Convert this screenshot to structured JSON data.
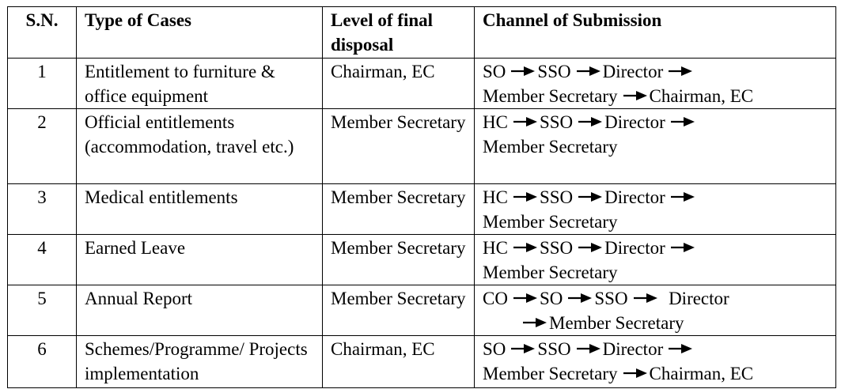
{
  "headers": {
    "sn": "S.N.",
    "type": "Type of Cases",
    "level": "Level of final disposal",
    "channel": "Channel of Submission"
  },
  "rows": [
    {
      "sn": "1",
      "type": "Entitlement to furniture & office equipment",
      "level": "Chairman, EC",
      "channel_line1": [
        "SO",
        "SSO",
        "Director"
      ],
      "channel_line2": [
        "Member Secretary",
        "Chairman, EC"
      ]
    },
    {
      "sn": "2",
      "type": "Official entitlements (accommodation, travel etc.)",
      "level": "Member Secretary",
      "channel_line1": [
        "HC",
        "SSO",
        "Director"
      ],
      "channel_line2": [
        "Member Secretary"
      ]
    },
    {
      "sn": "3",
      "type": "Medical entitlements",
      "level": "Member Secretary",
      "channel_line1": [
        "HC",
        "SSO",
        "Director"
      ],
      "channel_line2": [
        "Member Secretary"
      ]
    },
    {
      "sn": "4",
      "type": "Earned Leave",
      "level": "Member Secretary",
      "channel_line1": [
        "HC",
        "SSO",
        "Director"
      ],
      "channel_line2": [
        "Member Secretary"
      ]
    },
    {
      "sn": "5",
      "type": "Annual Report",
      "level": "Member Secretary",
      "channel_line1": [
        "CO",
        "SO",
        "SSO",
        "Director"
      ],
      "channel_line2": [
        "Member Secretary"
      ]
    },
    {
      "sn": "6",
      "type": "Schemes/Programme/ Projects implementation",
      "level": "Chairman, EC",
      "channel_line1": [
        "SO",
        "SSO",
        "Director"
      ],
      "channel_line2": [
        "Member Secretary",
        "Chairman, EC"
      ]
    }
  ]
}
